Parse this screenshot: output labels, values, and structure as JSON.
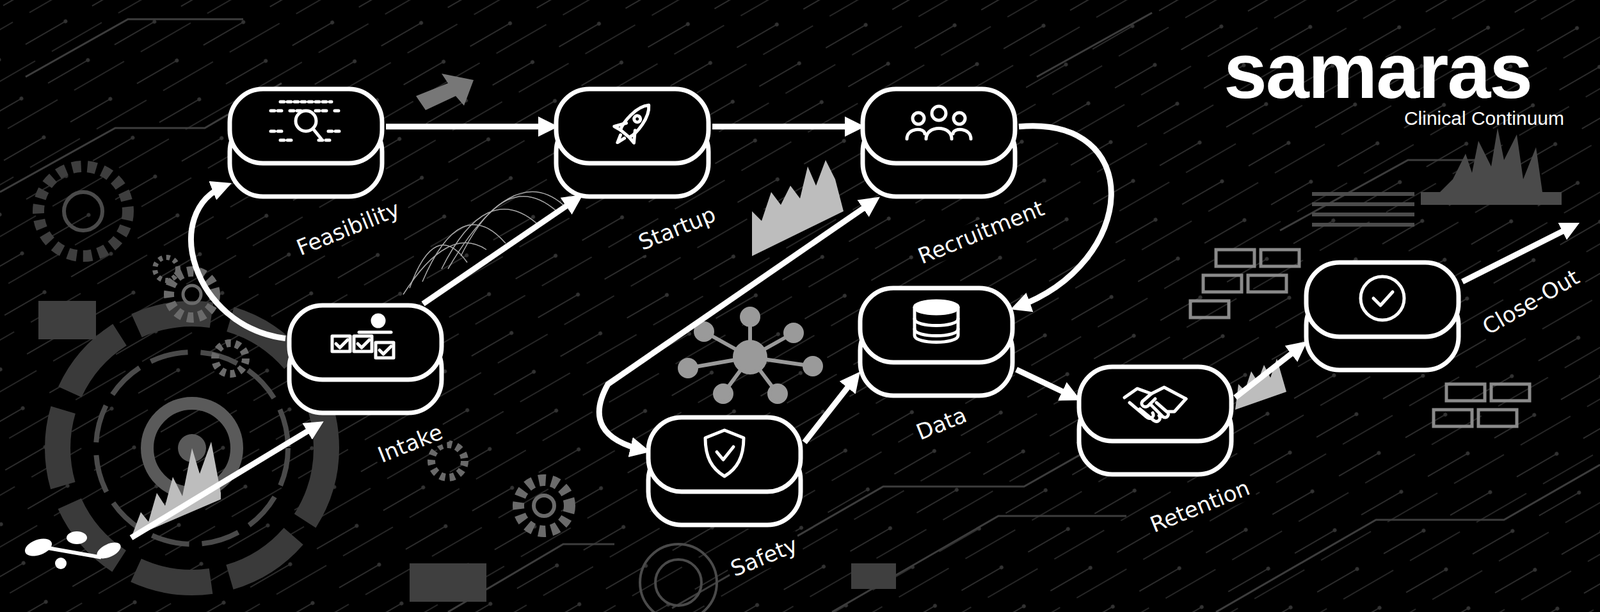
{
  "diagram": {
    "title": "samaras",
    "nodes": [
      {
        "text": [
          "Intake"
        ]
      },
      {
        "text": [
          "Feasibility"
        ]
      },
      {
        "text": [
          "Startup"
        ]
      },
      {
        "text": [
          "Recruitment"
        ]
      },
      {
        "text": [
          "Data"
        ]
      },
      {
        "text": [
          "Safety"
        ]
      },
      {
        "text": [
          "Retention"
        ]
      },
      {
        "text": [
          "Close-Out"
        ]
      }
    ],
    "edges": [
      {
        "from": 0,
        "to": 1,
        "arrow": "to"
      },
      {
        "from": 1,
        "to": 2,
        "arrow": "to"
      },
      {
        "from": 0,
        "to": 2,
        "arrow": "to"
      },
      {
        "from": 2,
        "to": 3,
        "arrow": "to"
      },
      {
        "from": 3,
        "to": 4,
        "arrow": "to"
      },
      {
        "from": 3,
        "to": 5,
        "arrow": "both"
      },
      {
        "from": 5,
        "to": 4,
        "arrow": "to"
      },
      {
        "from": 4,
        "to": 6,
        "arrow": "to"
      },
      {
        "from": 6,
        "to": 7,
        "arrow": "to"
      }
    ],
    "labels": [
      "Clinical Continuum"
    ]
  }
}
